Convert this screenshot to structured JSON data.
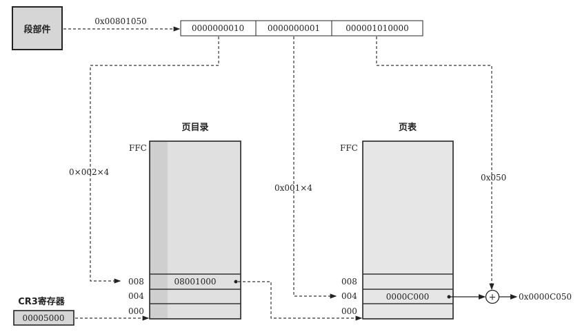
{
  "segment_unit": {
    "label": "段部件"
  },
  "linear_address": {
    "label": "0x00801050",
    "fields": [
      "0000000010",
      "0000000001",
      "000001010000"
    ]
  },
  "page_directory": {
    "title": "页目录",
    "top_offset": "FFC",
    "offsets": [
      "008",
      "004",
      "000"
    ],
    "entry_value": "08001000",
    "index_calc": "0×002×4"
  },
  "page_table": {
    "title": "页表",
    "top_offset": "FFC",
    "offsets": [
      "008",
      "004",
      "000"
    ],
    "entry_value": "0000C000",
    "index_calc": "0x001×4"
  },
  "offset_label": "0x050",
  "cr3": {
    "label": "CR3寄存器",
    "value": "00005000"
  },
  "adder": {
    "symbol": "+"
  },
  "physical_address": "0x0000C050",
  "colors": {
    "box_fill": "#d6d6d6",
    "table_fill": "#e2e2e2"
  }
}
